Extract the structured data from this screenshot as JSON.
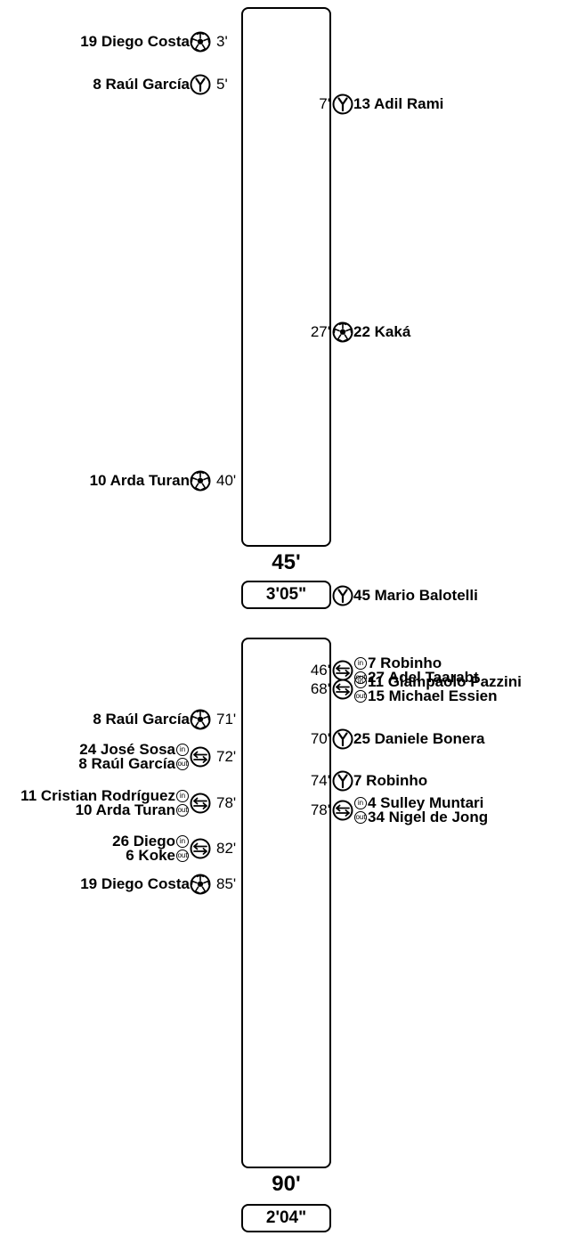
{
  "halves": [
    {
      "end_label": "45'",
      "stoppage": "3'05\""
    },
    {
      "end_label": "90'",
      "stoppage": "2'04\""
    }
  ],
  "events": [
    {
      "side": "left",
      "type": "goal",
      "minute": "3'",
      "names": [
        "19 Diego Costa"
      ]
    },
    {
      "side": "left",
      "type": "yellow",
      "minute": "5'",
      "names": [
        "8 Raúl García"
      ]
    },
    {
      "side": "right",
      "type": "yellow",
      "minute": "7'",
      "names": [
        "13 Adil Rami"
      ]
    },
    {
      "side": "right",
      "type": "goal",
      "minute": "27'",
      "names": [
        "22 Kaká"
      ]
    },
    {
      "side": "left",
      "type": "goal",
      "minute": "40'",
      "names": [
        "10 Arda Turan"
      ]
    },
    {
      "side": "right",
      "type": "yellow",
      "minute": "",
      "names": [
        "45 Mario Balotelli"
      ]
    },
    {
      "side": "right",
      "type": "sub",
      "minute": "46'",
      "names": [
        "7 Robinho",
        "27 Adel Taarabt"
      ]
    },
    {
      "side": "right",
      "type": "sub",
      "minute": "68'",
      "names": [
        "11 Giampaolo Pazzini",
        "15 Michael Essien"
      ]
    },
    {
      "side": "left",
      "type": "goal",
      "minute": "71'",
      "names": [
        "8 Raúl García"
      ]
    },
    {
      "side": "right",
      "type": "yellow",
      "minute": "70'",
      "names": [
        "25 Daniele Bonera"
      ]
    },
    {
      "side": "left",
      "type": "sub",
      "minute": "72'",
      "names": [
        "24 José Sosa",
        "8 Raúl García"
      ]
    },
    {
      "side": "right",
      "type": "yellow",
      "minute": "74'",
      "names": [
        "7 Robinho"
      ]
    },
    {
      "side": "left",
      "type": "sub",
      "minute": "78'",
      "names": [
        "11 Cristian Rodríguez",
        "10 Arda Turan"
      ]
    },
    {
      "side": "right",
      "type": "sub",
      "minute": "78'",
      "names": [
        "4 Sulley Muntari",
        "34 Nigel de Jong"
      ]
    },
    {
      "side": "left",
      "type": "sub",
      "minute": "82'",
      "names": [
        "26 Diego",
        "6 Koke"
      ]
    },
    {
      "side": "left",
      "type": "goal",
      "minute": "85'",
      "names": [
        "19 Diego Costa"
      ]
    }
  ],
  "badges": {
    "in": "in",
    "out": "out"
  }
}
